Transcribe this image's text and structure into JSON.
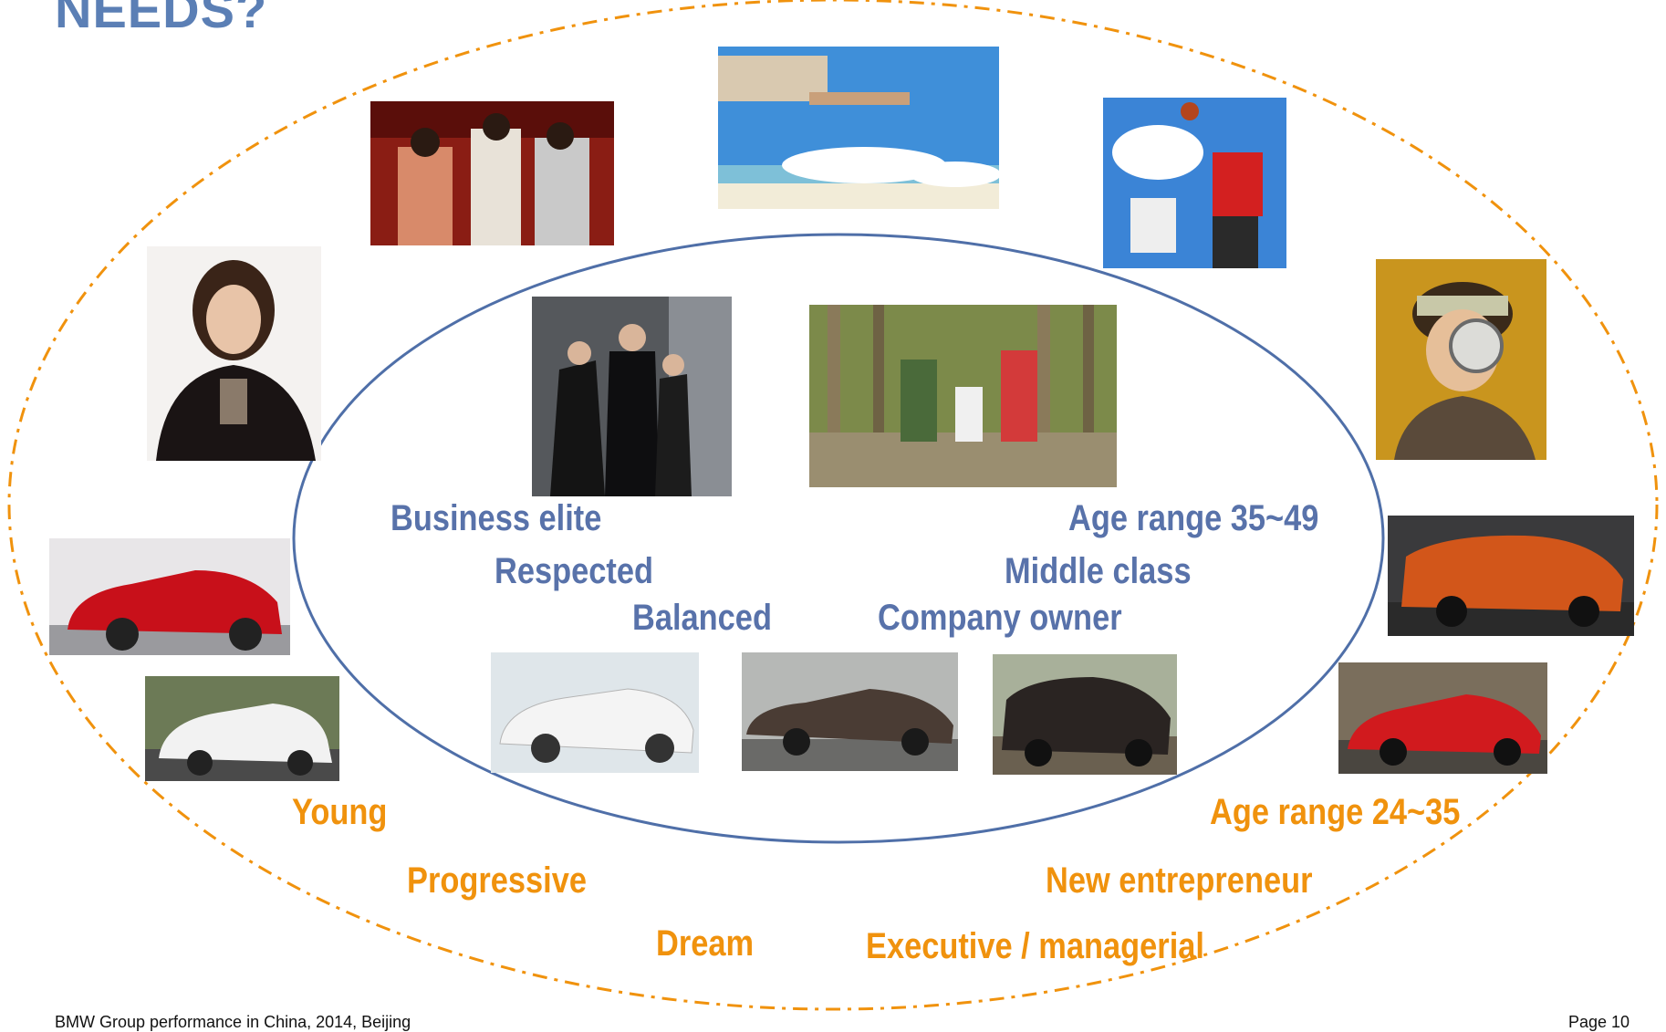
{
  "title": "NEEDS?",
  "inner_labels": {
    "business_elite": "Business elite",
    "respected": "Respected",
    "balanced": "Balanced",
    "age_35_49": "Age range 35~49",
    "middle_class": "Middle class",
    "company_owner": "Company owner"
  },
  "outer_labels": {
    "young": "Young",
    "progressive": "Progressive",
    "dream": "Dream",
    "age_24_35": "Age range 24~35",
    "new_entrepreneur": "New entrepreneur",
    "executive": "Executive / managerial"
  },
  "footer": {
    "left": "BMW Group performance in China, 2014, Beijing",
    "right": "Page 10"
  },
  "colors": {
    "blue_text": "#5872aa",
    "orange_text": "#f0920d",
    "inner_ellipse": "#4f6fa8",
    "outer_ellipse": "#f0920d"
  }
}
